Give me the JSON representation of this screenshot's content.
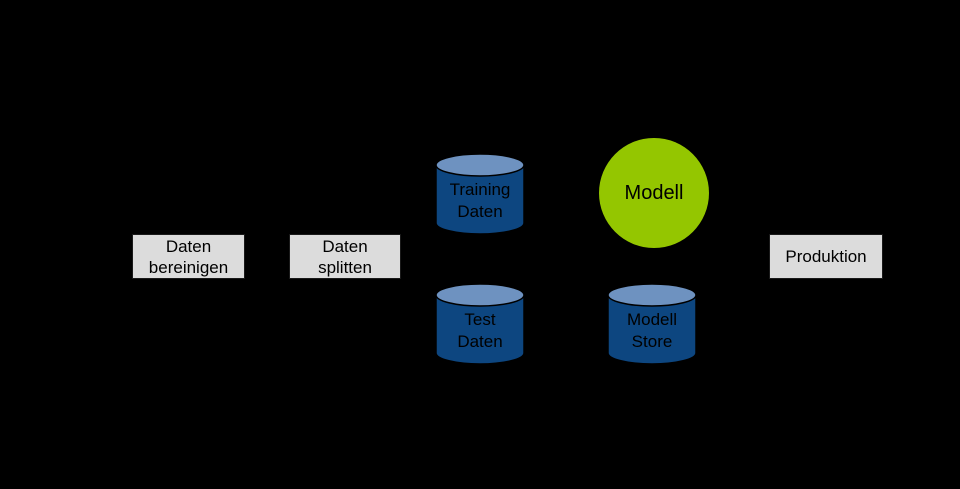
{
  "colors": {
    "background": "#000000",
    "box_fill": "#dcdcdc",
    "box_border": "#1a1a1a",
    "cylinder_body": "#0d4680",
    "cylinder_top": "#6e92c0",
    "circle_fill": "#94c600",
    "text": "#000000"
  },
  "nodes": {
    "clean_box": {
      "line1": "Daten",
      "line2": "bereinigen"
    },
    "split_box": {
      "line1": "Daten",
      "line2": "splitten"
    },
    "training_cylinder": {
      "line1": "Training",
      "line2": "Daten"
    },
    "test_cylinder": {
      "line1": "Test",
      "line2": "Daten"
    },
    "model_circle": {
      "label": "Modell"
    },
    "model_store_cylinder": {
      "line1": "Modell",
      "line2": "Store"
    },
    "production_box": {
      "label": "Produktion"
    }
  }
}
